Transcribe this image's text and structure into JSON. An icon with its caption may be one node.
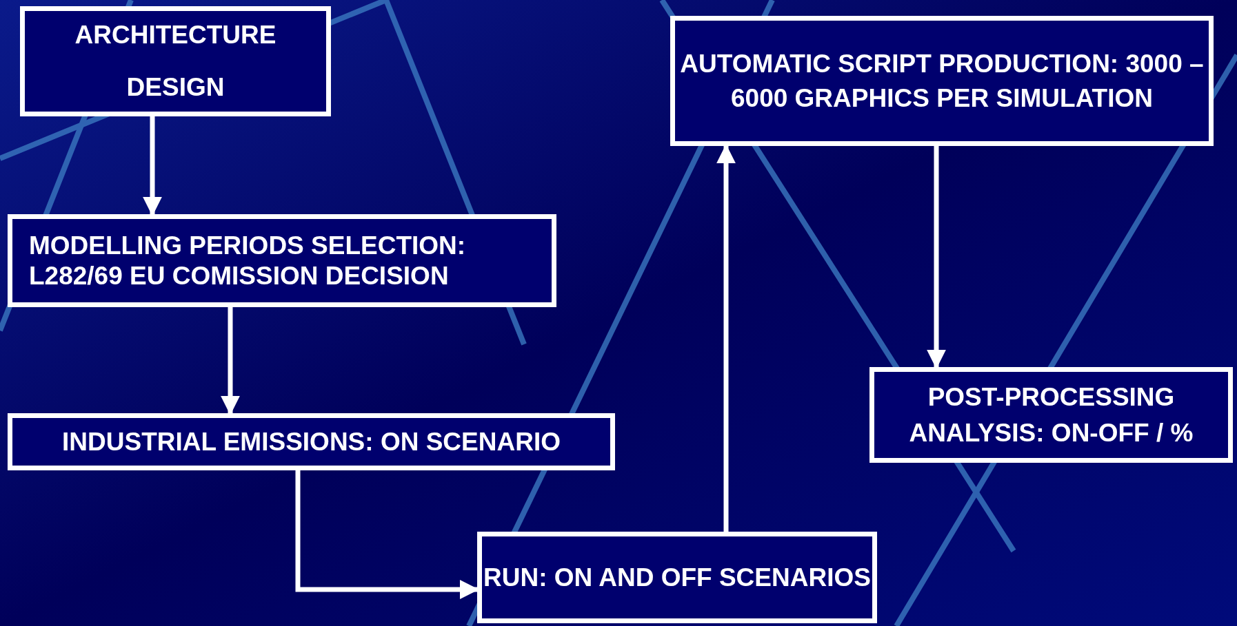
{
  "diagram": {
    "nodes": [
      {
        "text": [
          "ARCHITECTURE DESIGN"
        ]
      },
      {
        "text": [
          "MODELLING PERIODS SELECTION: L282/69 EU COMISSION DECISION"
        ]
      },
      {
        "text": [
          "INDUSTRIAL EMISSIONS: ON SCENARIO"
        ]
      },
      {
        "text": [
          "RUN: ON AND OFF SCENARIOS"
        ]
      },
      {
        "text": [
          "AUTOMATIC SCRIPT PRODUCTION: 3000 – 6000 GRAPHICS PER SIMULATION"
        ]
      },
      {
        "text": [
          "POST-PROCESSING ANALYSIS: ON-OFF / %"
        ]
      }
    ],
    "edges": [
      {
        "from": 0,
        "to": 1,
        "arrow": "to"
      },
      {
        "from": 1,
        "to": 2,
        "arrow": "to"
      },
      {
        "from": 2,
        "to": 3,
        "arrow": "to"
      },
      {
        "from": 3,
        "to": 4,
        "arrow": "to"
      },
      {
        "from": 4,
        "to": 5,
        "arrow": "to"
      }
    ]
  }
}
